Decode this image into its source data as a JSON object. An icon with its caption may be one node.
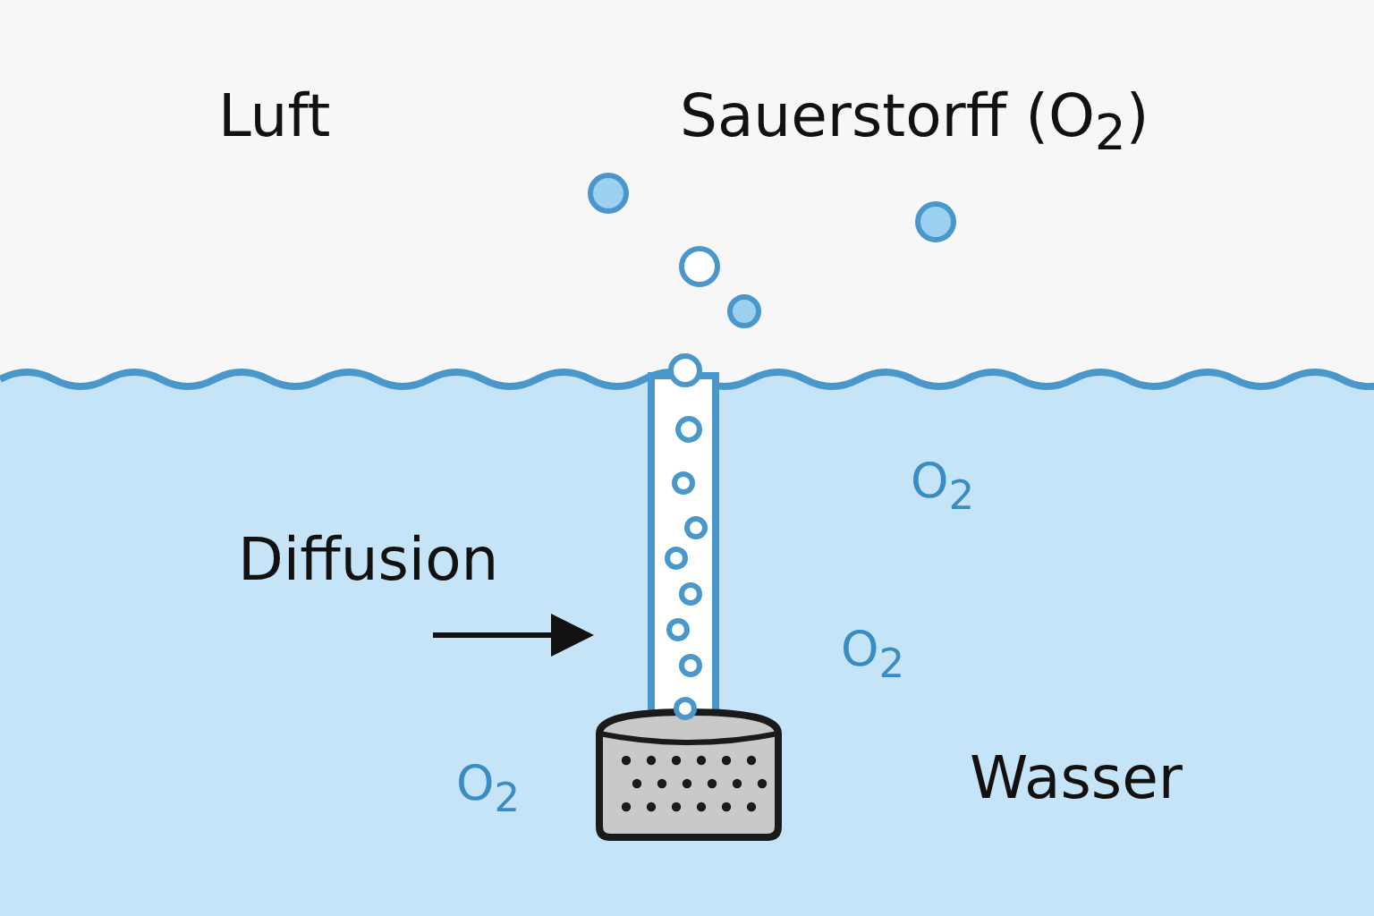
{
  "diagram": {
    "labels": [
      "Luft",
      "Sauerstorff (O$_{2}$)",
      "Diffusion",
      "O$_{2}$",
      "O$_{2}$",
      "O$_{2}$",
      "Wasser"
    ]
  }
}
